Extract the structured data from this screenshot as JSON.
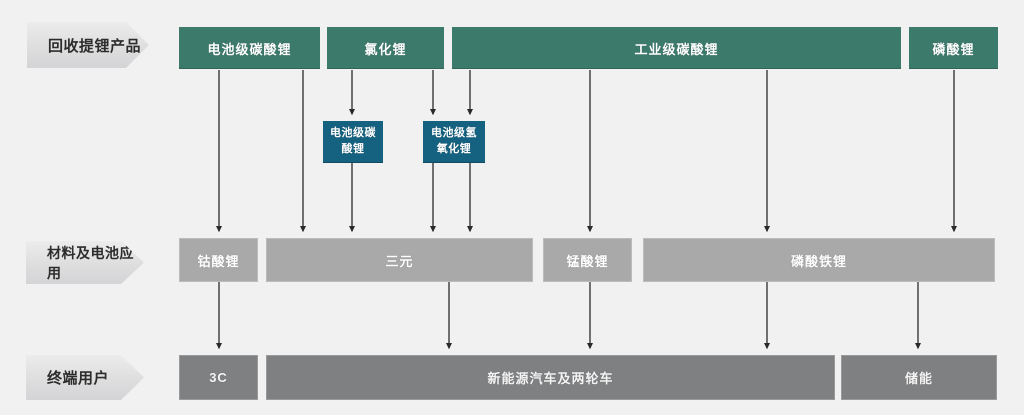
{
  "background": "#f1f1f2",
  "colors": {
    "top_row_box": "#3c7a6c",
    "intermediate_box": "#156180",
    "material_row_box": "#a9a9aa",
    "end_user_row_box": "#7f8082",
    "row_label_bg": "#dededf",
    "arrow": "#2a2a2a"
  },
  "row_labels": [
    "回收提锂产品",
    "材料及电池应用",
    "终端用户"
  ],
  "top_boxes": [
    {
      "name": "battery-grade-lithium-carbonate",
      "label": "电池级碳酸锂"
    },
    {
      "name": "lithium-chloride",
      "label": "氯化锂"
    },
    {
      "name": "industrial-grade-lithium-carbonate",
      "label": "工业级碳酸锂"
    },
    {
      "name": "lithium-phosphate",
      "label": "磷酸锂"
    }
  ],
  "intermediate_boxes": [
    {
      "name": "battery-grade-lithium-carbonate-refined",
      "label": "电池级碳\n酸锂"
    },
    {
      "name": "battery-grade-lithium-hydroxide",
      "label": "电池级氢\n氧化锂"
    }
  ],
  "material_boxes": [
    {
      "name": "lithium-cobalt-oxide",
      "label": "钴酸锂"
    },
    {
      "name": "ternary",
      "label": "三元"
    },
    {
      "name": "lithium-manganese-oxide",
      "label": "锰酸锂"
    },
    {
      "name": "lithium-iron-phosphate",
      "label": "磷酸铁锂"
    }
  ],
  "end_user_boxes": [
    {
      "name": "consumer-3c",
      "label": "3C"
    },
    {
      "name": "nev-and-two-wheelers",
      "label": "新能源汽车及两轮车"
    },
    {
      "name": "energy-storage",
      "label": "储能"
    }
  ]
}
